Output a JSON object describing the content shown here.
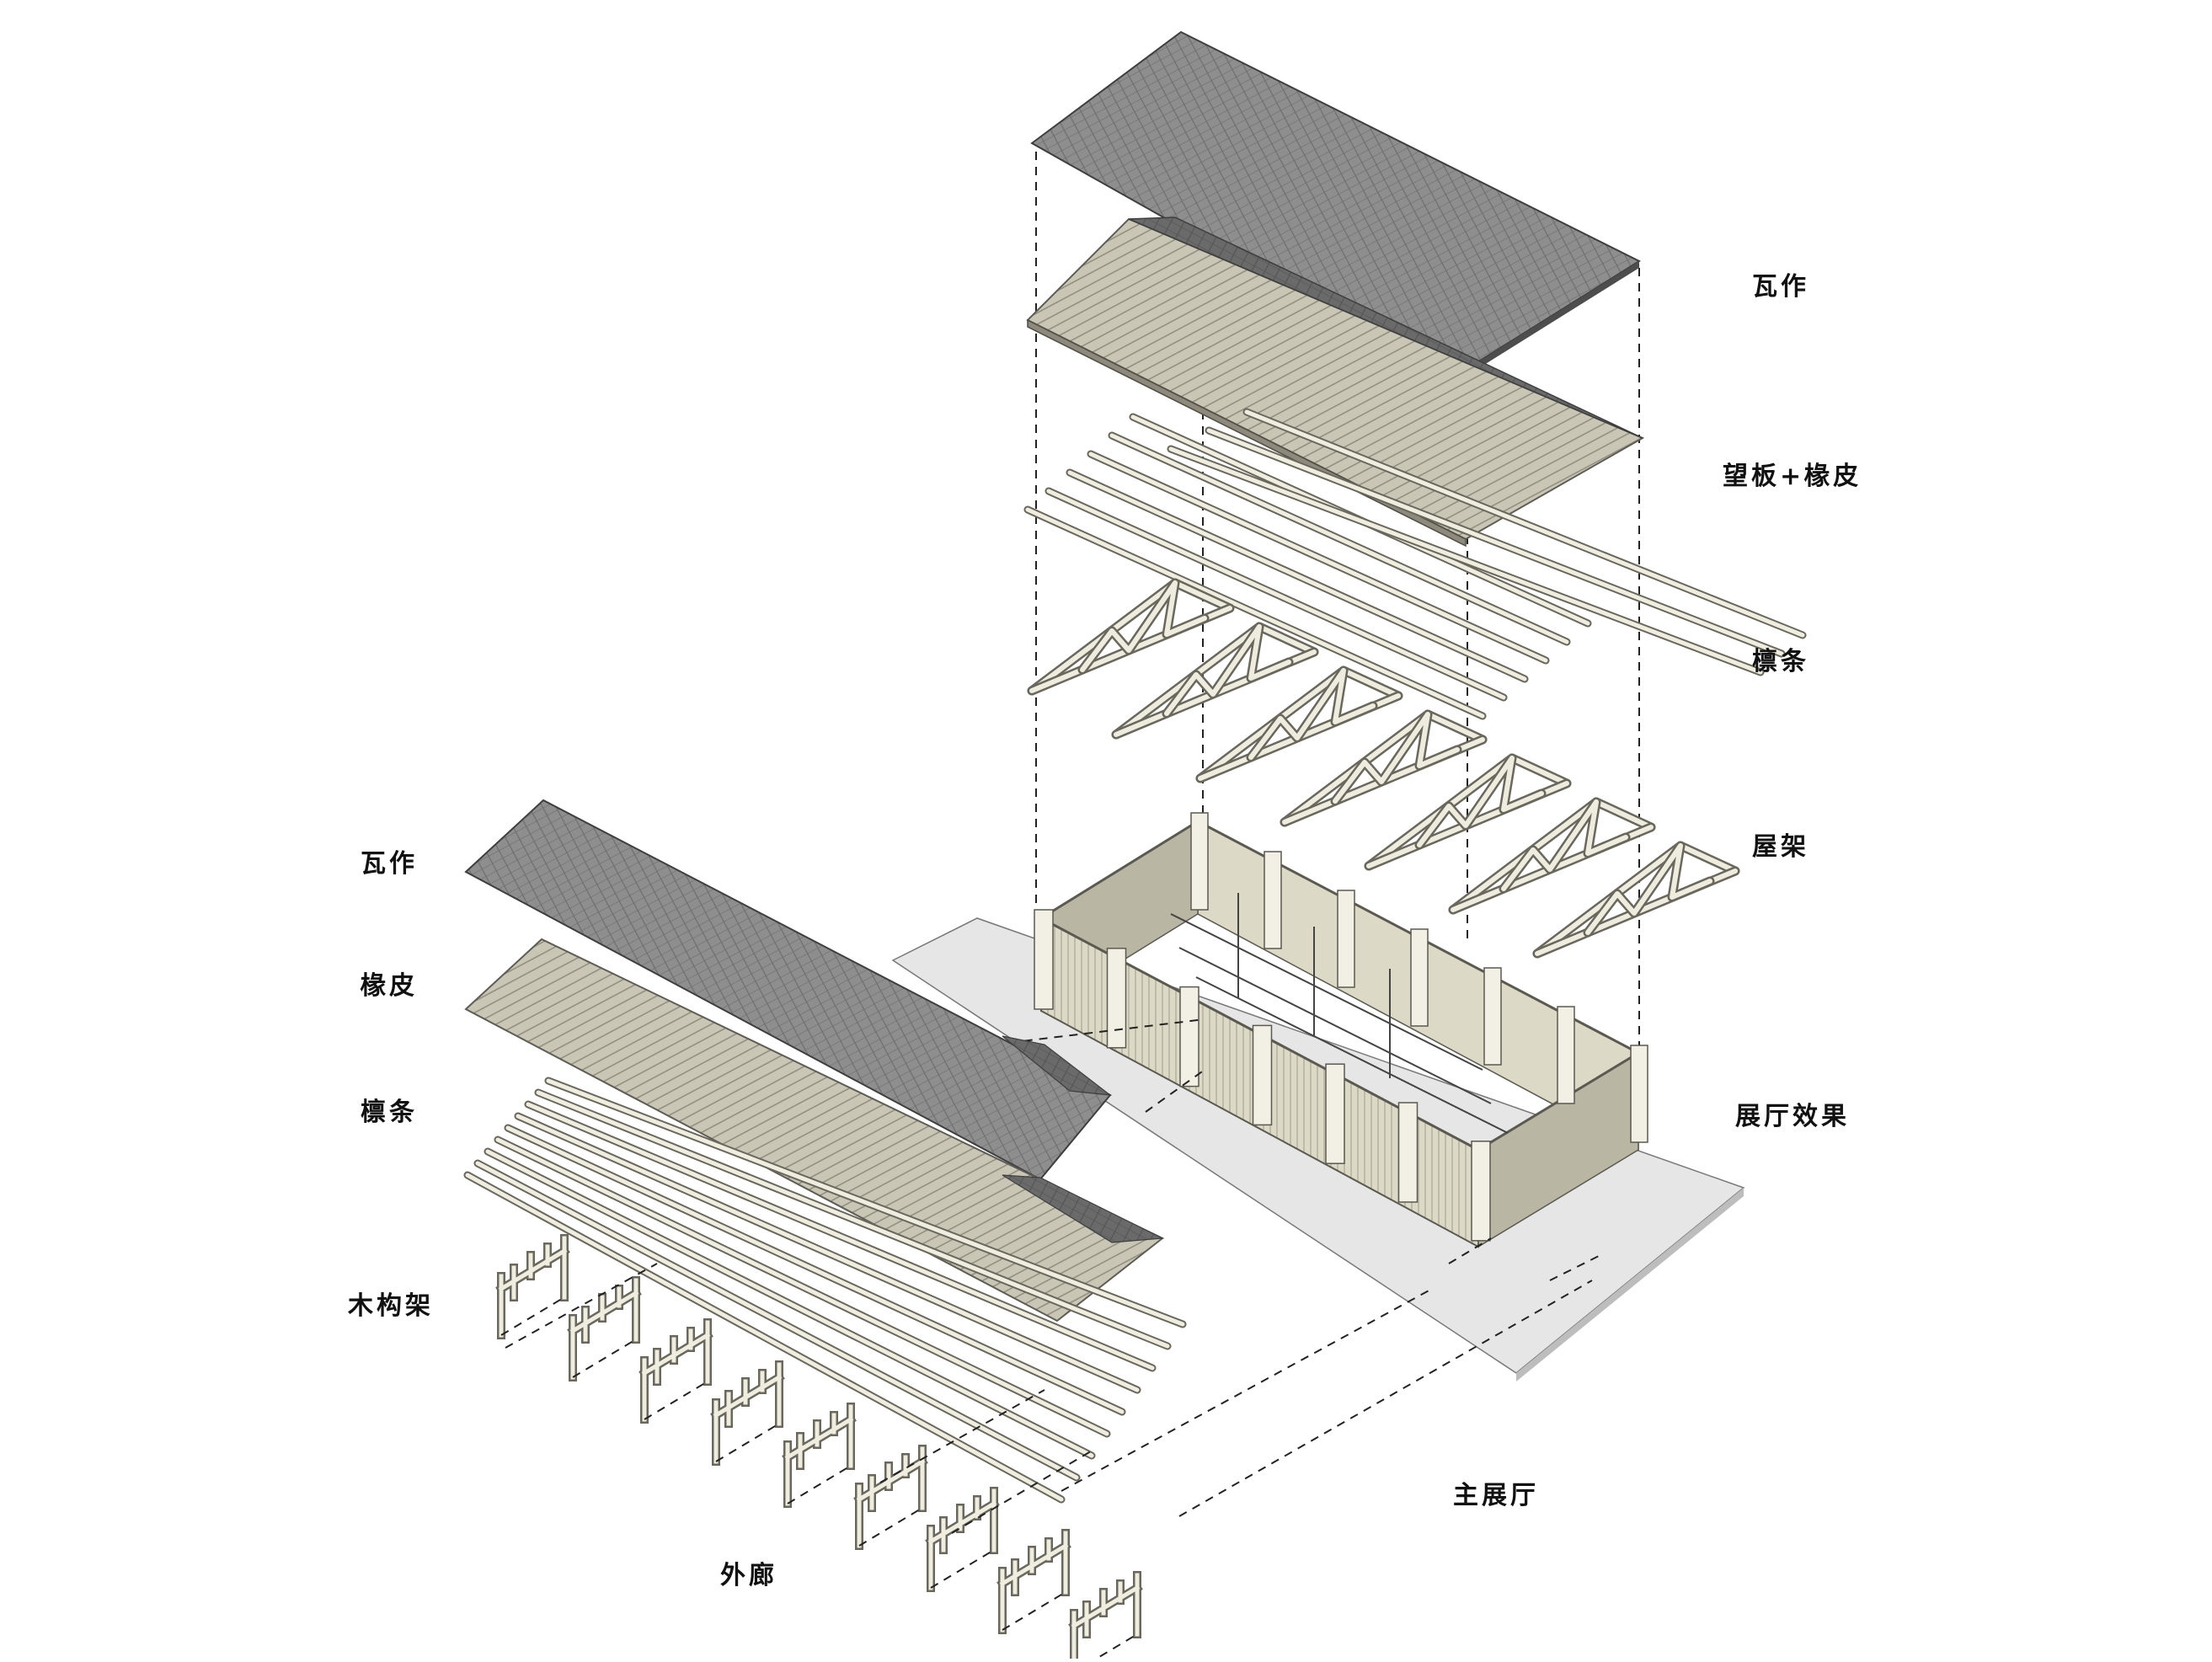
{
  "labels": {
    "main_tiles": "瓦作",
    "main_boards_rafters": "望板+椽皮",
    "main_purlins": "檩条",
    "main_trusses": "屋架",
    "main_hall_effect": "展厅效果",
    "corridor_tiles": "瓦作",
    "corridor_rafters": "椽皮",
    "corridor_purlins": "檩条",
    "corridor_frames": "木构架",
    "corridor_caption": "外廊",
    "main_hall_caption": "主展厅"
  },
  "colors": {
    "roof_tile": "#8e8e8e",
    "timber": "#efeddf",
    "wall_panel": "#dcd9c6",
    "guide_line": "#222222"
  }
}
